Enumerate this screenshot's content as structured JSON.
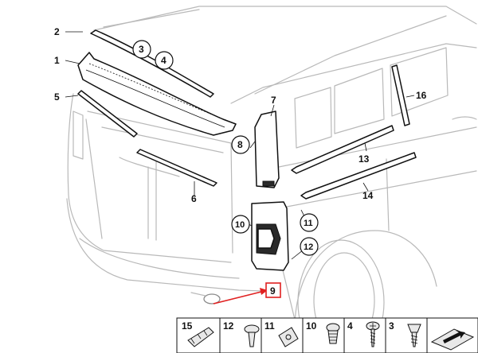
{
  "diagram": {
    "callouts": [
      {
        "id": "c1",
        "label": "1"
      },
      {
        "id": "c2",
        "label": "2"
      },
      {
        "id": "c3",
        "label": "3"
      },
      {
        "id": "c4",
        "label": "4"
      },
      {
        "id": "c5",
        "label": "5"
      },
      {
        "id": "c6",
        "label": "6"
      },
      {
        "id": "c7",
        "label": "7"
      },
      {
        "id": "c8",
        "label": "8"
      },
      {
        "id": "c9",
        "label": "9"
      },
      {
        "id": "c10",
        "label": "10"
      },
      {
        "id": "c11",
        "label": "11"
      },
      {
        "id": "c12",
        "label": "12"
      },
      {
        "id": "c13",
        "label": "13"
      },
      {
        "id": "c14",
        "label": "14"
      },
      {
        "id": "c16",
        "label": "16"
      }
    ],
    "highlight_color": "#e02020",
    "legend": [
      "15",
      "12",
      "11",
      "10",
      "4",
      "3"
    ]
  }
}
